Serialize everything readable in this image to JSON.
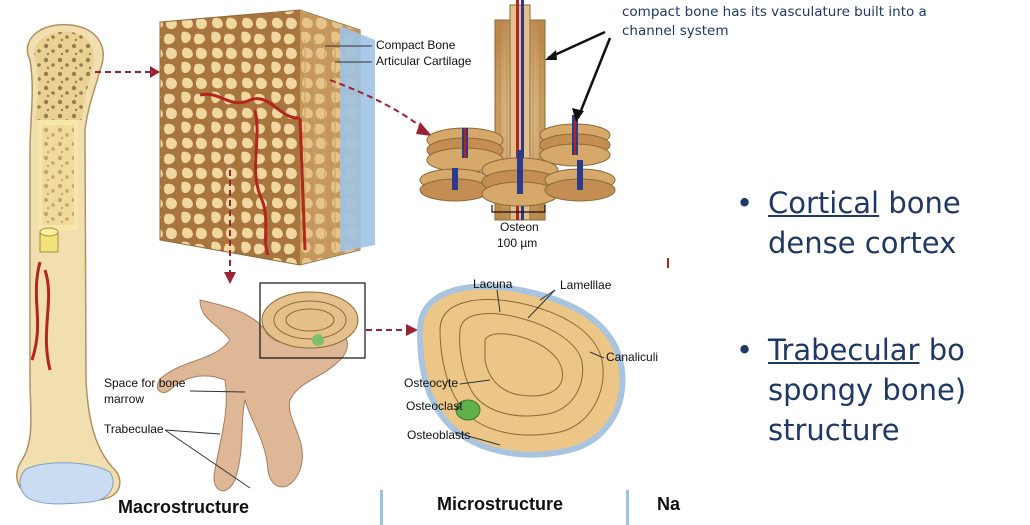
{
  "note": {
    "line1": "compact bone has its vasculature built into a",
    "line2": "channel system"
  },
  "labels": {
    "compact_bone": "Compact Bone",
    "articular_cartilage": "Articular Cartilage",
    "osteon": "Osteon",
    "osteon_size": "100 µm",
    "lacuna": "Lacuna",
    "lamellae": "Lamelllae",
    "canaliculi": "Canaliculi",
    "osteocyte": "Osteocyte",
    "osteoclast": "Osteoclast",
    "osteoblasts": "Osteoblasts",
    "space_for_bone": "Space for bone",
    "marrow": "marrow",
    "trabeculae": "Trabeculae"
  },
  "captions": {
    "macro": "Macrostructure",
    "micro": "Microstructure",
    "nano": "Na"
  },
  "bullets": [
    {
      "term": "Cortical",
      "line1_rest": " bone",
      "line2": "dense cortex"
    },
    {
      "term": "Trabecular",
      "line1_rest": " bo",
      "line2": "spongy bone)",
      "line3": "structure"
    }
  ],
  "colors": {
    "bone": "#e8c98a",
    "bone_dark": "#c9a060",
    "vessel_red": "#b3261e",
    "vessel_blue": "#2b3a8c",
    "arrow_dashed": "#9b2335",
    "text_blue": "#1f3864"
  }
}
